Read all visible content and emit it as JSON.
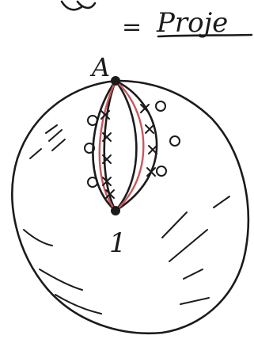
{
  "header": {
    "equals_sign": "=",
    "word": "Proje"
  },
  "labels": {
    "point_top": "A",
    "point_bottom": "1"
  }
}
